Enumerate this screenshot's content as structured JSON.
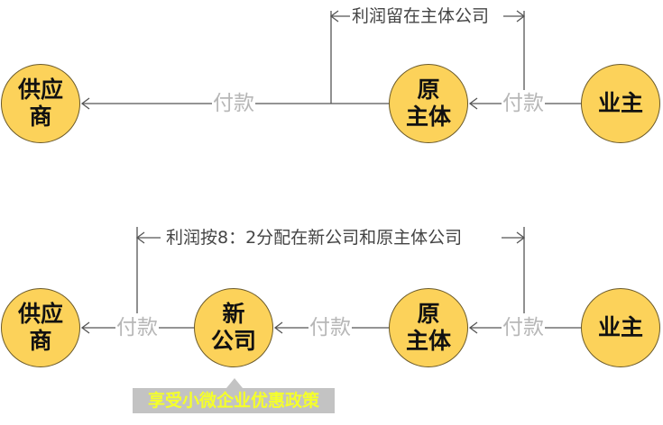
{
  "colors": {
    "node_fill": "#fcd25a",
    "node_border": "#6b5a2a",
    "line": "#555555",
    "payment_label": "#b7b7b7",
    "badge_bg": "#c3c3c3",
    "badge_text": "#f5ff2a"
  },
  "diagram_top": {
    "nodes": [
      {
        "id": "supplier",
        "lines": [
          "供应",
          "商"
        ]
      },
      {
        "id": "original_entity",
        "lines": [
          "原",
          "主体"
        ]
      },
      {
        "id": "owner",
        "lines": [
          "业主"
        ]
      }
    ],
    "payment_labels": [
      "付款",
      "付款"
    ],
    "bracket_label": "利润留在主体公司"
  },
  "diagram_bottom": {
    "nodes": [
      {
        "id": "supplier",
        "lines": [
          "供应",
          "商"
        ]
      },
      {
        "id": "new_company",
        "lines": [
          "新",
          "公司"
        ]
      },
      {
        "id": "original_entity",
        "lines": [
          "原",
          "主体"
        ]
      },
      {
        "id": "owner",
        "lines": [
          "业主"
        ]
      }
    ],
    "payment_labels": [
      "付款",
      "付款",
      "付款"
    ],
    "bracket_label": "利润按8：2分配在新公司和原主体公司",
    "callout": "享受小微企业优惠政策"
  },
  "icons": {
    "arrowhead": "open-arrow-left",
    "bracket_arrows": "open-arrow-left/right"
  }
}
